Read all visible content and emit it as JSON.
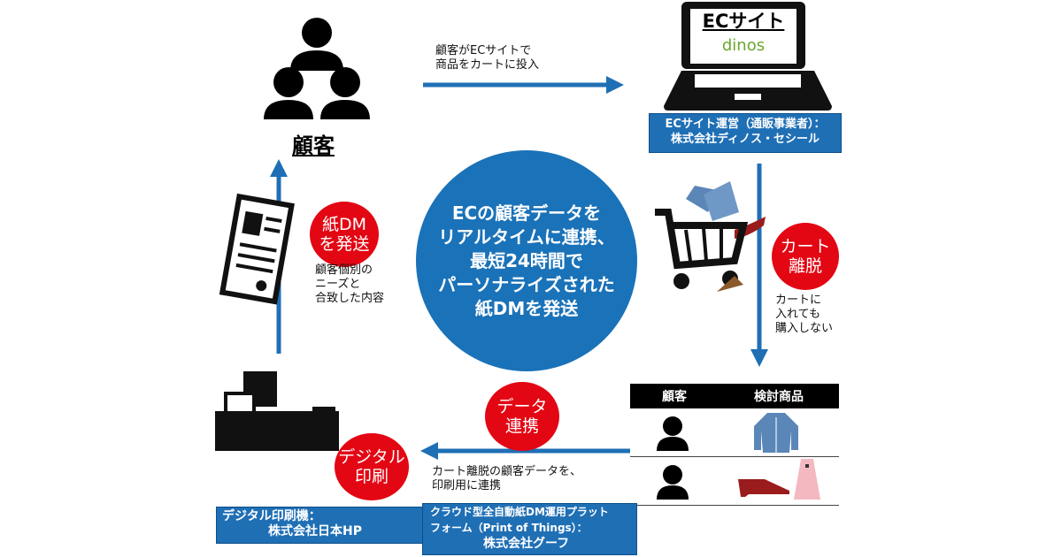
{
  "customer": {
    "label": "顧客"
  },
  "flow_top": {
    "line1": "顧客がECサイトで",
    "line2": "商品をカートに投入"
  },
  "laptop": {
    "title": "ECサイト",
    "brand": "dinos",
    "brand_color": "#6aa62e"
  },
  "ec_operator": {
    "line1": "ECサイト運営（通販事業者）：",
    "line2": "株式会社ディノス・セシール"
  },
  "center": {
    "lines": [
      "ECの顧客データを",
      "リアルタイムに連携、",
      "最短24時間で",
      "パーソナライズされた",
      "紙DMを発送"
    ],
    "color": "#1a72b8"
  },
  "cart_abandon": {
    "badge_line1": "カート",
    "badge_line2": "離脱",
    "note": [
      "カートに",
      "入れても",
      "購入しない"
    ]
  },
  "table": {
    "headers": [
      "顧客",
      "検討商品"
    ]
  },
  "data_link": {
    "badge_line1": "データ",
    "badge_line2": "連携",
    "note": [
      "カート離脱の顧客データを、",
      "印刷用に連携"
    ]
  },
  "digital_print": {
    "badge_line1": "デジタル",
    "badge_line2": "印刷"
  },
  "printer_company": {
    "line1": "デジタル印刷機：",
    "line2": "株式会社日本HP"
  },
  "platform_company": {
    "line1": "クラウド型全自動紙DM運用プラット",
    "line2": "フォーム（Print of Things）：",
    "line3": "株式会社グーフ"
  },
  "paper_dm": {
    "badge_line1": "紙DM",
    "badge_line2": "を発送",
    "note": [
      "顧客個別の",
      "ニーズと",
      "合致した内容"
    ]
  },
  "colors": {
    "arrow": "#1f6fb5",
    "red": "#e30613"
  }
}
